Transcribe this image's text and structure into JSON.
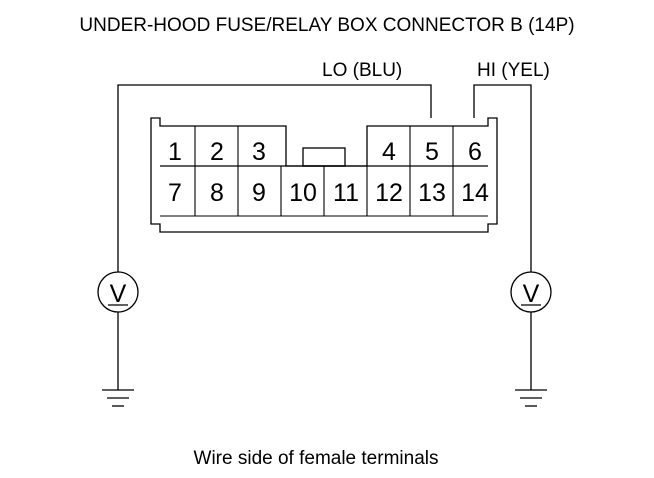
{
  "title": "UNDER-HOOD FUSE/RELAY BOX CONNECTOR B (14P)",
  "wires": {
    "lo_label": "LO (BLU)",
    "hi_label": "HI (YEL)"
  },
  "connector": {
    "top_row": [
      "1",
      "2",
      "3",
      "4",
      "5",
      "6"
    ],
    "bottom_row": [
      "7",
      "8",
      "9",
      "10",
      "11",
      "12",
      "13",
      "14"
    ]
  },
  "meters": {
    "left_symbol": "V",
    "right_symbol": "V"
  },
  "caption": "Wire side of female terminals"
}
